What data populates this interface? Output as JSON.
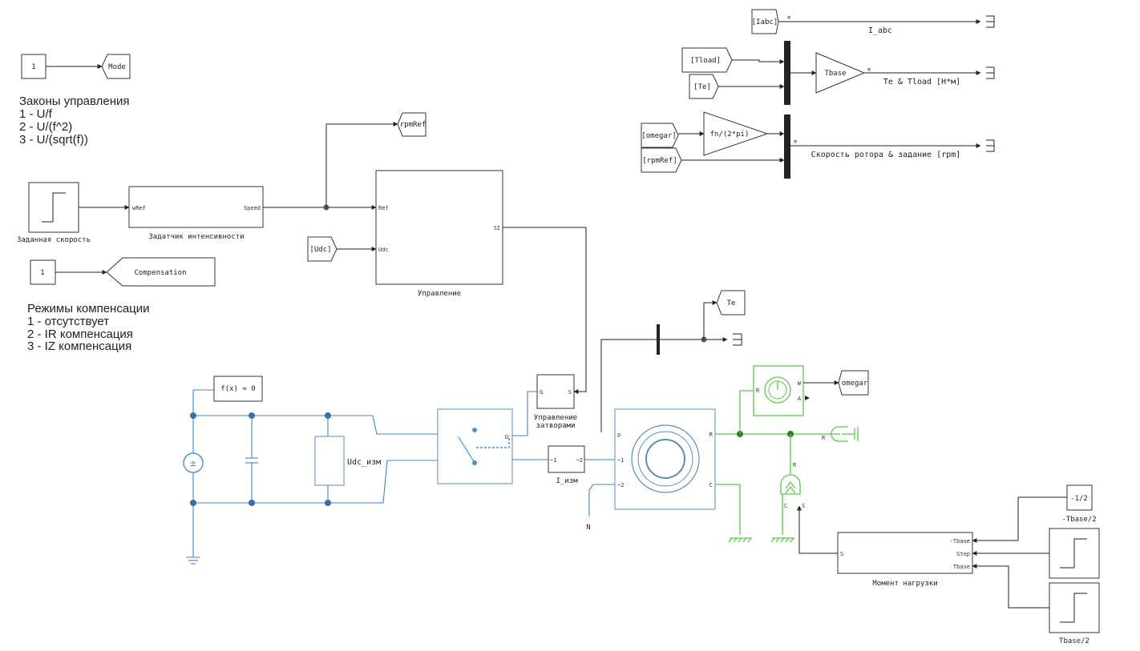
{
  "notes": {
    "control_laws": [
      "Законы управления",
      "1 - U/f",
      "2 - U/(f^2)",
      "3 - U/(sqrt(f))"
    ],
    "compensation_modes": [
      "Режимы компенсации",
      "1 - отсутствует",
      "2 - IR компенсация",
      "3 - IZ компенсация"
    ]
  },
  "blocks": {
    "mode_const": "1",
    "mode_goto": "Mode",
    "comp_const": "1",
    "comp_goto": "Compensation",
    "speed_step_label": "Заданная скорость",
    "ramp_label": "Задатчик интенсивности",
    "ramp_in": "wRef",
    "ramp_out": "Speed",
    "rpmref_goto": "rpmRef",
    "udc_from": "[Udc]",
    "control_label": "Управление",
    "control_in_ref": "Ref",
    "control_in_udc": "Udc",
    "control_out": "SI",
    "te_goto": "Te",
    "iabc_from": "[Iabc]",
    "iabc_out": "I_abc",
    "tload_from": "[Tload]",
    "te_from": "[Te]",
    "tbase_gain": "Tbase",
    "torque_out": "Te & Tload [Н*м]",
    "omegar_from": "[omegar]",
    "rpmref_from": "[rpmRef]",
    "fn_gain": "fn/(2*pi)",
    "speed_out": "Скорость ротора & задание [rpm]",
    "fx_block": "f(x) = 0",
    "udc_meas": "Udc_изм",
    "gate_label_1": "Управление",
    "gate_label_2": "затворами",
    "gate_in": "G",
    "gate_out": "S",
    "inverter_g": "G",
    "i_meas_label": "I_изм",
    "i_meas_in": "~1",
    "i_meas_out": "~2",
    "motor_in1": "~1",
    "motor_in2": "~2",
    "motor_p": "p",
    "motor_r": "R",
    "motor_c": "C",
    "neutral": "N",
    "speed_sensor_r": "R",
    "speed_sensor_w": "W",
    "speed_sensor_a": "A",
    "omegar_goto": "omegar",
    "damper_r": "R",
    "torque_src_r": "R",
    "torque_src_c": "C",
    "torque_src_s": "S",
    "load_label": "Момент нагрузки",
    "load_in_s": "S",
    "load_in_neg": "-Tbase",
    "load_in_step": "Step",
    "load_in_tbase": "Tbase",
    "neg_const": "-1/2",
    "neg_label": "-Tbase/2",
    "tbase2_label": "Tbase/2"
  },
  "colors": {
    "signal": "#222222",
    "electrical": "#3a86c8",
    "mechanical": "#5bc84a"
  }
}
